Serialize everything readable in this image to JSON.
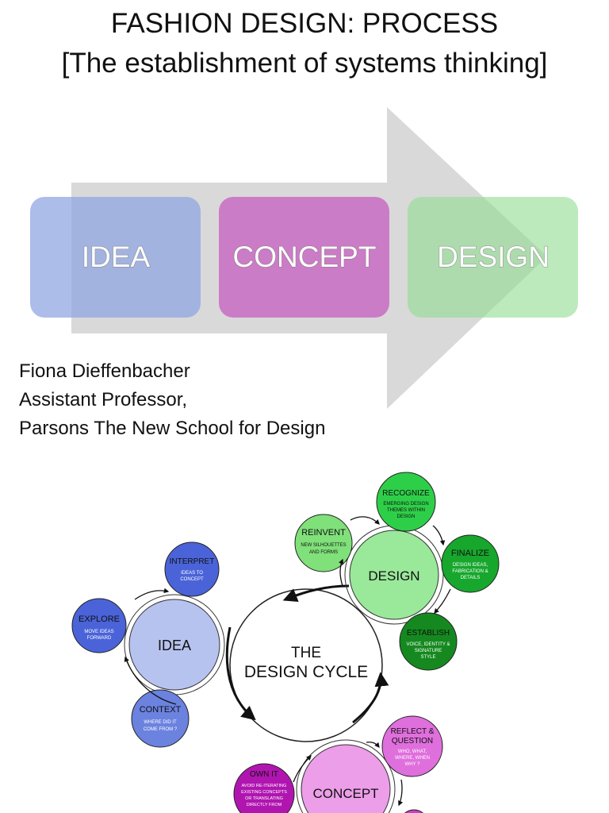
{
  "title_line1": "FASHION DESIGN: PROCESS",
  "title_line2": "[The establishment of systems thinking]",
  "process_steps": [
    "IDEA",
    "CONCEPT",
    "DESIGN"
  ],
  "author": {
    "name": "Fiona Dieffenbacher",
    "position": "Assistant Professor,",
    "institution": "Parsons The New School for Design"
  },
  "cycle": {
    "center_line1": "THE",
    "center_line2": "DESIGN CYCLE",
    "idea": {
      "label": "IDEA",
      "interpret": {
        "label": "INTERPRET",
        "desc": [
          "IDEAS TO",
          "CONCEPT"
        ]
      },
      "explore": {
        "label": "EXPLORE",
        "desc": [
          "MOVE IDEAS",
          "FORWARD"
        ]
      },
      "context": {
        "label": "CONTEXT",
        "desc": [
          "WHERE DID IT",
          "COME FROM ?"
        ]
      }
    },
    "design": {
      "label": "DESIGN",
      "recognize": {
        "label": "RECOGNIZE",
        "desc": [
          "EMERGING DESIGN",
          "THEMES WITHIN",
          "DESIGN"
        ]
      },
      "reinvent": {
        "label": "REINVENT",
        "desc": [
          "NEW SILHOUETTES",
          "AND FORMS"
        ]
      },
      "finalize": {
        "label": "FINALIZE",
        "desc": [
          "DESIGN IDEAS,",
          "FABRICATION &",
          "DETAILS"
        ]
      },
      "establish": {
        "label": "ESTABLISH",
        "desc": [
          "VOICE, IDENTITY &",
          "SIGNATURE",
          "STYLE"
        ]
      }
    },
    "concept": {
      "label": "CONCEPT",
      "reflect": {
        "label": [
          "REFLECT &",
          "QUESTION"
        ],
        "desc": [
          "WHO, WHAT,",
          "WHERE, WHEN",
          "WHY ?"
        ]
      },
      "ownit": {
        "label": "OWN IT",
        "desc": [
          "AVOID RE-ITERATING",
          "EXISTING CONCEPTS",
          "OR TRANSLATING",
          "DIRECTLY FROM"
        ]
      }
    }
  }
}
